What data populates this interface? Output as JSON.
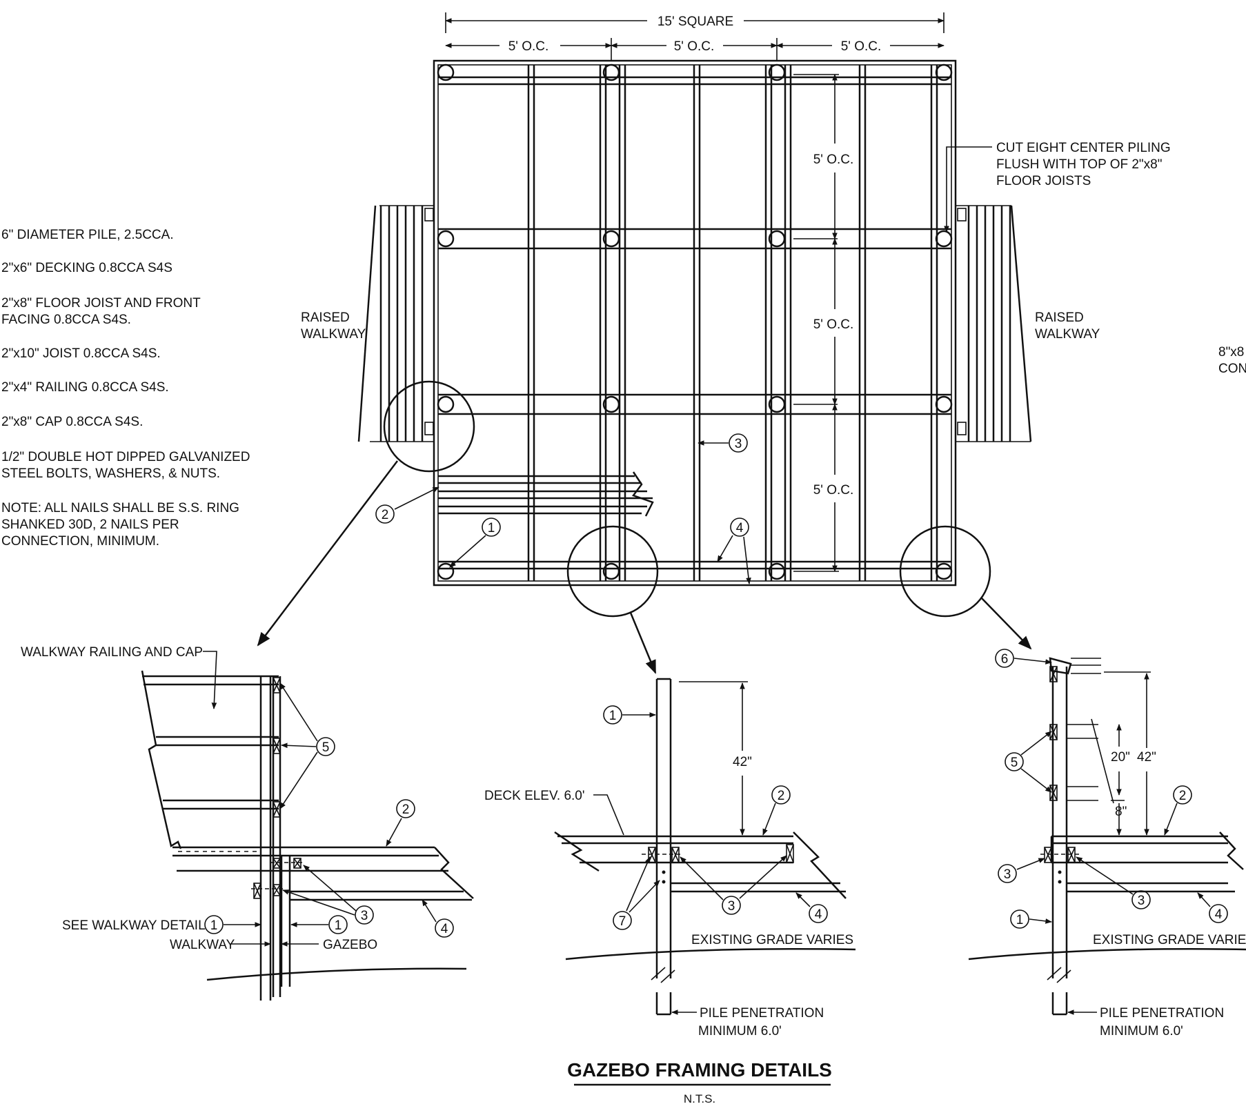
{
  "title": "GAZEBO FRAMING DETAILS",
  "subtitle": "N.T.S.",
  "legend": [
    {
      "lines": [
        "6\" DIAMETER PILE, 2.5CCA."
      ]
    },
    {
      "lines": [
        "2\"x6\" DECKING 0.8CCA S4S"
      ]
    },
    {
      "lines": [
        "2\"x8\" FLOOR JOIST AND FRONT",
        "FACING 0.8CCA S4S."
      ]
    },
    {
      "lines": [
        "2\"x10\" JOIST 0.8CCA S4S."
      ]
    },
    {
      "lines": [
        "2\"x4\" RAILING 0.8CCA S4S."
      ]
    },
    {
      "lines": [
        "2\"x8\" CAP 0.8CCA S4S."
      ]
    },
    {
      "lines": [
        "1/2\" DOUBLE HOT DIPPED GALVANIZED",
        "STEEL BOLTS, WASHERS, & NUTS."
      ]
    },
    {
      "lines": [
        "NOTE: ALL NAILS SHALL BE S.S. RING",
        "SHANKED 30D, 2 NAILS PER",
        "CONNECTION, MINIMUM."
      ]
    }
  ],
  "plan": {
    "overall_dim": "15' SQUARE",
    "top_spacing": [
      "5' O.C.",
      "5' O.C.",
      "5' O.C."
    ],
    "side_spacing": [
      "5' O.C.",
      "5' O.C.",
      "5' O.C."
    ],
    "note": [
      "CUT EIGHT CENTER PILING",
      "FLUSH WITH TOP OF 2\"x8\"",
      "FLOOR JOISTS"
    ],
    "walkway_left": [
      "RAISED",
      "WALKWAY"
    ],
    "walkway_right": [
      "RAISED",
      "WALKWAY"
    ],
    "right_cut_off": [
      "8\"x8",
      "CON"
    ],
    "callouts": [
      "2",
      "1",
      "3",
      "4"
    ]
  },
  "detail_left": {
    "railing_label": "WALKWAY RAILING AND CAP",
    "see_label": "SEE WALKWAY DETAIL",
    "walkway_label": "WALKWAY",
    "gazebo_label": "GAZEBO",
    "callouts": [
      "5",
      "2",
      "3",
      "4",
      "1",
      "1"
    ]
  },
  "detail_mid": {
    "deck_elev": "DECK ELEV. 6.0'",
    "height": "42\"",
    "grade": "EXISTING GRADE VARIES",
    "pile_pen": [
      "PILE PENETRATION",
      "MINIMUM 6.0'"
    ],
    "callouts": [
      "1",
      "2",
      "3",
      "4",
      "7"
    ]
  },
  "detail_right": {
    "height": "42\"",
    "rail_spacing": "20\"",
    "rail_bottom": "8\"",
    "grade": "EXISTING GRADE VARIES",
    "pile_pen": [
      "PILE PENETRATION",
      "MINIMUM 6.0'"
    ],
    "callouts": [
      "6",
      "5",
      "2",
      "3",
      "3",
      "4",
      "1"
    ]
  }
}
